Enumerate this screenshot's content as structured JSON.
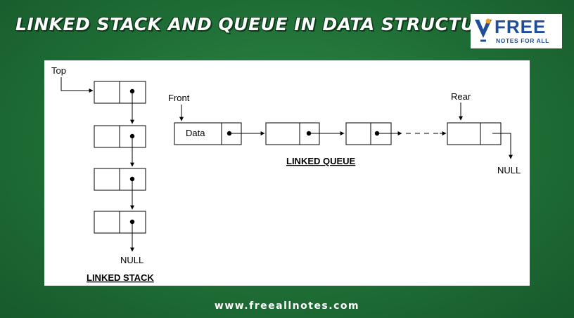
{
  "header": {
    "title": "LINKED STACK AND QUEUE IN DATA STRUCTURE"
  },
  "logo": {
    "main": "FREE",
    "sub": "NOTES FOR ALL"
  },
  "diagram": {
    "stack": {
      "top_label": "Top",
      "null_label": "NULL",
      "caption": "LINKED STACK"
    },
    "queue": {
      "front_label": "Front",
      "rear_label": "Rear",
      "data_label": "Data",
      "null_label": "NULL",
      "caption": "LINKED QUEUE"
    }
  },
  "footer": {
    "url": "www.freeallnotes.com"
  }
}
